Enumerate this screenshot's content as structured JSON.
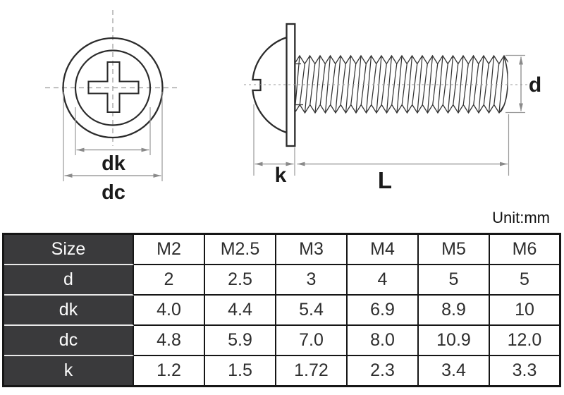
{
  "unit_label": "Unit:mm",
  "diagram": {
    "front_view": {
      "labels": {
        "dk": "dk",
        "dc": "dc"
      }
    },
    "side_view": {
      "labels": {
        "k": "k",
        "L": "L",
        "d": "d"
      }
    }
  },
  "table": {
    "header_col": "Size",
    "columns": [
      "M2",
      "M2.5",
      "M3",
      "M4",
      "M5",
      "M6"
    ],
    "rows": [
      {
        "label": "d",
        "values": [
          "2",
          "2.5",
          "3",
          "4",
          "5",
          "5"
        ]
      },
      {
        "label": "dk",
        "values": [
          "4.0",
          "4.4",
          "5.4",
          "6.9",
          "8.9",
          "10"
        ]
      },
      {
        "label": "dc",
        "values": [
          "4.8",
          "5.9",
          "7.0",
          "8.0",
          "10.9",
          "12.0"
        ]
      },
      {
        "label": "k",
        "values": [
          "1.2",
          "1.5",
          "1.72",
          "2.3",
          "3.4",
          "3.3"
        ]
      }
    ]
  },
  "colors": {
    "outline": "#2b2b2b",
    "dimension": "#8a8a8a",
    "centerline": "#9a9a9a",
    "table_border": "#161616",
    "header_cell_bg": "#3a3a3c",
    "header_cell_text": "#ffffff",
    "value_text": "#2d2d2d"
  }
}
